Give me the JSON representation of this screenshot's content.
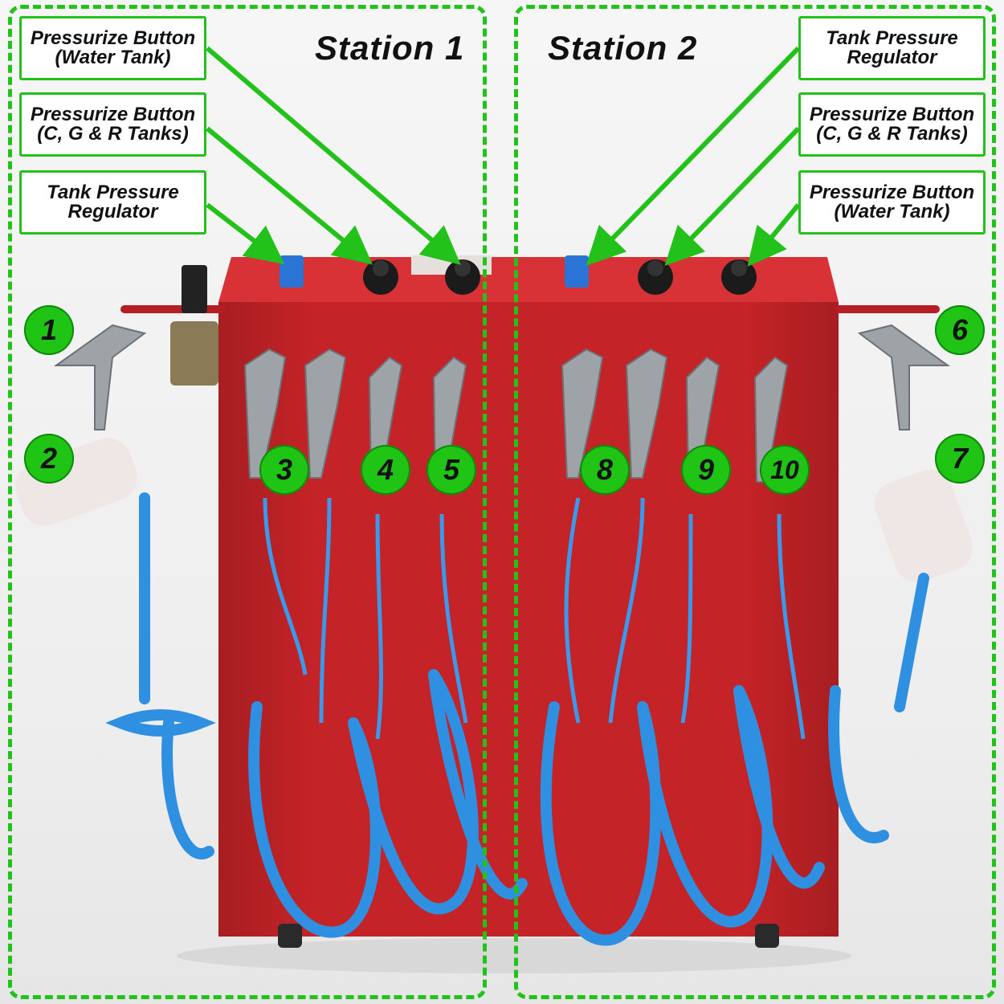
{
  "stations": {
    "left": "Station 1",
    "right": "Station 2"
  },
  "callouts": {
    "left_top": [
      "Pressurize Button",
      "(Water Tank)"
    ],
    "left_mid": [
      "Pressurize Button",
      "(C, G & R Tanks)"
    ],
    "left_bottom": [
      "Tank Pressure",
      "Regulator"
    ],
    "right_top": [
      "Tank Pressure",
      "Regulator"
    ],
    "right_mid": [
      "Pressurize Button",
      "(C, G & R Tanks)"
    ],
    "right_bottom": [
      "Pressurize Button",
      "(Water Tank)"
    ]
  },
  "badges": [
    "1",
    "2",
    "3",
    "4",
    "5",
    "6",
    "7",
    "8",
    "9",
    "10"
  ],
  "colors": {
    "accent_green": "#23c21a",
    "cabinet_red": "#c8262a",
    "hose_blue": "#2f8fe0"
  }
}
